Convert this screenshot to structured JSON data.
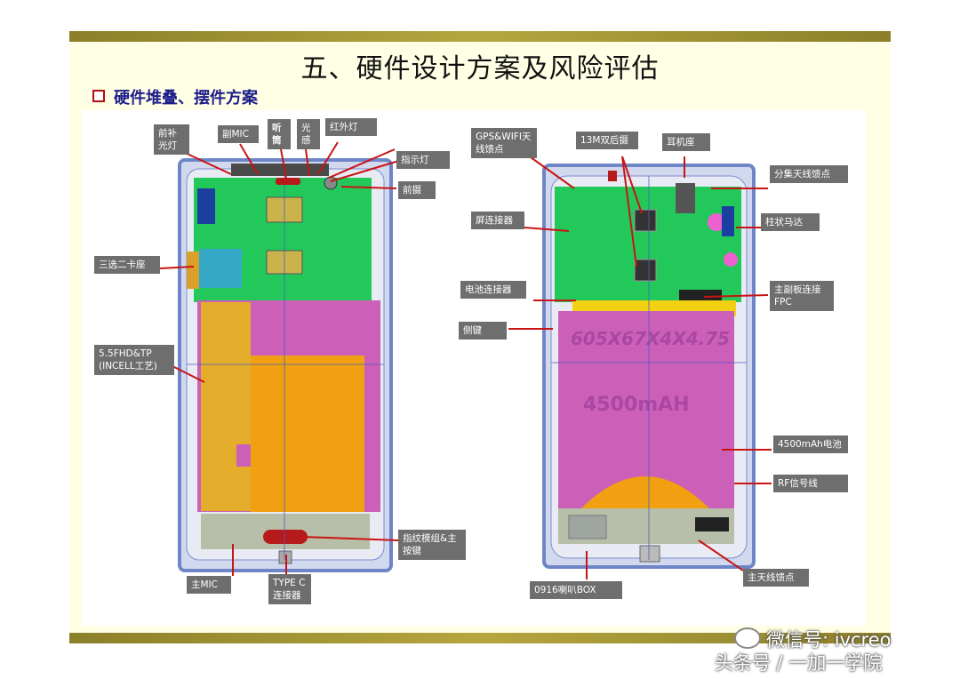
{
  "slide": {
    "title": "五、硬件设计方案及风险评估",
    "subtitle": "硬件堆叠、摆件方案"
  },
  "front": {
    "labels": [
      "前补光灯",
      "副MIC",
      "听筒",
      "光感",
      "红外灯",
      "指示灯",
      "前摄",
      "三选二卡座",
      "5.5FHD&TP (INCELL工艺)",
      "指纹模组&主按键",
      "主MIC",
      "TYPE C连接器"
    ]
  },
  "back": {
    "labels": [
      "GPS&WIFI天线馈点",
      "13M双后摄",
      "耳机座",
      "分集天线馈点",
      "屏连接器",
      "柱状马达",
      "电池连接器",
      "主副板连接FPC",
      "侧键",
      "4500mAh电池",
      "RF信号线",
      "0916喇叭BOX",
      "主天线馈点"
    ],
    "battery_text": "605X67X4X4.75",
    "battery_capacity": "4500mAH"
  },
  "watermark": {
    "wechat": "微信号: ivcreo",
    "toutiao": "头条号 / 一加一学院"
  },
  "colors": {
    "pcb": "#22c95a",
    "display": "#cc5fb8",
    "battery": "#cc5fb8",
    "fpc": "#e4ad2c",
    "frame": "#6e86c8",
    "label_bg": "#6e6e6e",
    "leader": "#c81414",
    "gold_bar": "#a8983a"
  }
}
